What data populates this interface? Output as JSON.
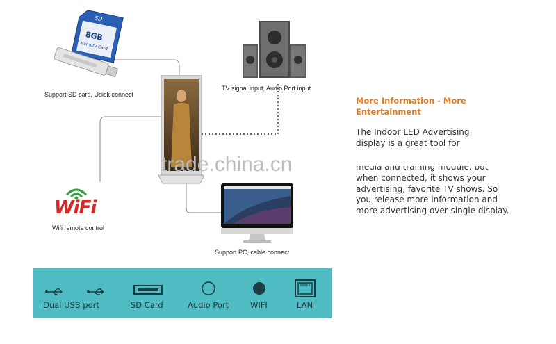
{
  "diagram": {
    "sd_card_text": {
      "brand": "SD",
      "capacity": "8GB",
      "type": "Memory Card"
    },
    "captions": {
      "sd": "Support SD card, Udisk connect",
      "tv": "TV signal input, Audio Port input",
      "wifi": "Wifi remote control",
      "pc": "Support PC, cable connect"
    },
    "wifi_logo": "WiFi",
    "watermark": "trade.china.cn"
  },
  "info": {
    "title": "More Information - More Entertainment",
    "body_line1": "The Indoor LED Advertising",
    "body_line2": "display is a great tool for",
    "body_cut": "media and training module. but",
    "body_rest": "when connected, it shows your advertising, favorite TV shows. So you release more information and more advertising over single display."
  },
  "ports": [
    {
      "label": "Dual USB port",
      "icon": "usb-icon"
    },
    {
      "label": "SD Card",
      "icon": "sd-card-slot-icon"
    },
    {
      "label": "Audio Port",
      "icon": "audio-port-icon"
    },
    {
      "label": "WIFI",
      "icon": "wifi-dot-icon"
    },
    {
      "label": "LAN",
      "icon": "lan-icon"
    }
  ],
  "colors": {
    "ports_bar": "#4fbcc4",
    "title": "#e07b22"
  }
}
